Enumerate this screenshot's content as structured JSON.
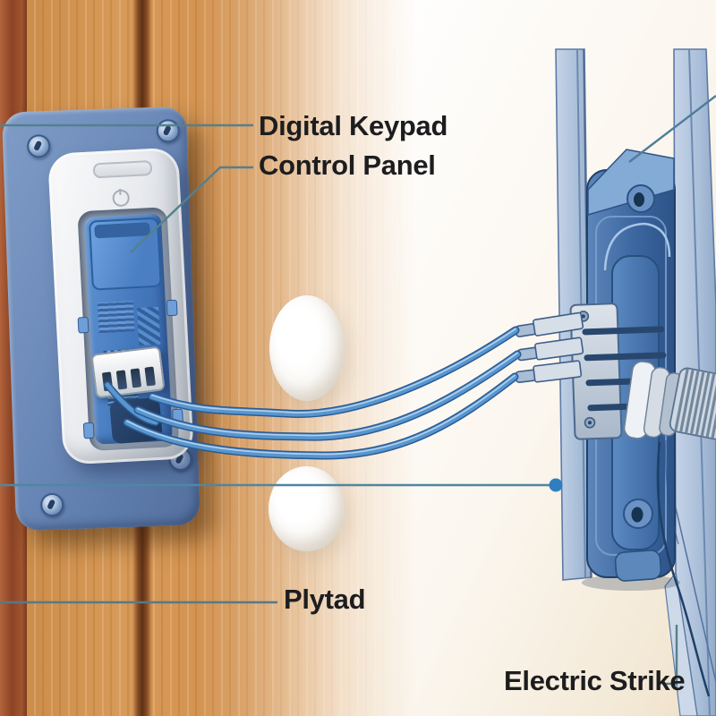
{
  "labels": {
    "digital_keypad": "Digital Keypad",
    "control_panel": "Control Panel",
    "plytad": "Plytad",
    "electric_strike": "Electric Strike"
  },
  "icons": {
    "power": "power-icon",
    "screws": "screw-icon"
  },
  "colors": {
    "label_text": "#1d1d1f",
    "leader_line": "#54808e",
    "leader_dot": "#2e7fc2",
    "mount_plate": "#6b89b8",
    "keypad_housing": "#e8eaee",
    "control_board": "#4a7fc4",
    "cable": "#5796d0",
    "strike_body": "#3c66a0",
    "door_frame": "#b9c9e0",
    "bracket": "#c9d3df",
    "conduit": "#cfd8e2",
    "wood": "#d2914e",
    "wood_gap": "#5e3114",
    "door_edge": "#8c4426",
    "wall": "#fbf6ee"
  }
}
